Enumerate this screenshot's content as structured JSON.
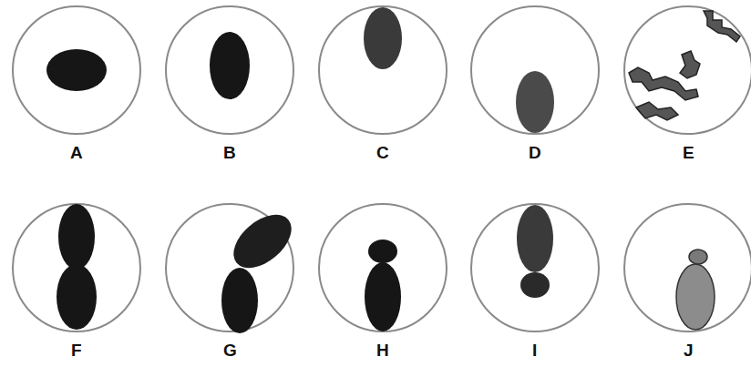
{
  "diagram": {
    "labels": [
      "A",
      "B",
      "C",
      "D",
      "E",
      "F",
      "G",
      "H",
      "I",
      "J"
    ]
  }
}
